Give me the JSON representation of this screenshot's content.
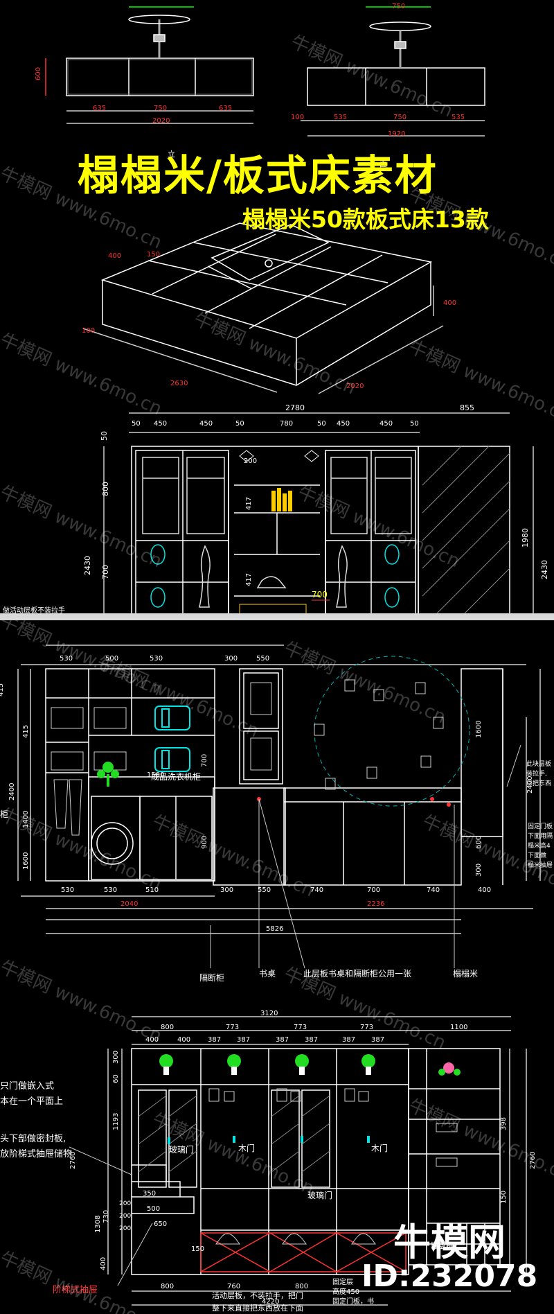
{
  "title": "榻榻米/板式床素材",
  "subtitle": "榻榻米50款板式床13款",
  "brand": "牛模网",
  "id_label": "ID:232078",
  "watermark": "牛模网 www.6mo.cn",
  "colors": {
    "background": "#000000",
    "title": "#ffff00",
    "line": "#ffffff",
    "dim": "#ff3333",
    "ornament": "#00e5e5",
    "plant": "#22dd22",
    "divider": "#d9d9d9"
  },
  "top_views": {
    "left": {
      "top": "600",
      "segments": [
        "635",
        "750",
        "635"
      ],
      "total": "2020"
    },
    "right": {
      "top": "750",
      "segments": [
        "100",
        "535",
        "750",
        "535"
      ],
      "total": "1920"
    }
  },
  "iso_view": {
    "dims": [
      "400",
      "150",
      "400",
      "100",
      "2630",
      "2020"
    ],
    "small_labels": [
      "立",
      "面"
    ]
  },
  "elevation1": {
    "top_total": "2780",
    "top_right": "855",
    "top_segments": [
      "50",
      "450",
      "450",
      "50",
      "780",
      "50",
      "450",
      "450",
      "50"
    ],
    "left_dims": [
      "50",
      "800",
      "2430",
      "700"
    ],
    "inner_dims": [
      "200",
      "417",
      "417"
    ],
    "right_dims": [
      "1980",
      "2430"
    ],
    "center_dim": "700",
    "note": "做活动层板不装拉手"
  },
  "elevation2": {
    "top_segments": [
      "530",
      "500",
      "530",
      "300",
      "550"
    ],
    "left_dims": [
      "415",
      "415",
      "2400",
      "1400",
      "1600"
    ],
    "inner_dims": [
      "1500",
      "700",
      "900"
    ],
    "right_dims": [
      "1600",
      "2400",
      "600",
      "300"
    ],
    "bottom_segments": [
      "530",
      "530",
      "510",
      "300",
      "550",
      "740",
      "700",
      "740",
      "400"
    ],
    "bottom_totals": [
      "2040",
      "2236"
    ],
    "overall": "5826",
    "washer_label": "成品洗衣机柜",
    "edge_label": "柜",
    "callouts": [
      "隔断柜",
      "书桌",
      "此层板书桌和隔断柜公用一张",
      "榻榻米"
    ],
    "right_notes": [
      "此块层板",
      "装拉手,",
      "以把东西",
      "固定门板",
      "下面用隔",
      "榻米高4",
      "下面做",
      "榻米抽屉"
    ]
  },
  "elevation3": {
    "overall": "3120",
    "top_segments": [
      "800",
      "773",
      "773",
      "773"
    ],
    "right_top": "1100",
    "sub_segments": [
      "400",
      "400",
      "387",
      "387",
      "387",
      "387",
      "387",
      "387"
    ],
    "left_dims": [
      "300",
      "60",
      "1193",
      "2760",
      "1308",
      "400",
      "730"
    ],
    "stair_dims": [
      "350",
      "500",
      "650"
    ],
    "stair_steps": [
      "200",
      "200",
      "200"
    ],
    "right_dims": [
      "398",
      "150",
      "2760"
    ],
    "bottom_segments": [
      "800",
      "760",
      "800"
    ],
    "bottom_total": "4220",
    "door_labels": [
      "玻璃门",
      "木门",
      "木门",
      "玻璃门"
    ],
    "dim_150": "150",
    "drawer_label": "键盘抽",
    "left_notes": [
      "只门做嵌入式",
      "本在一个平面上",
      "头下部做密封板,",
      "放阶梯式抽屉储物"
    ],
    "stair_label": "阶梯式抽屉",
    "bottom_note1": "活动层板，不装拉手，把门",
    "bottom_note2": "整下来直接把东西放在下面",
    "small_notes": [
      "固定层",
      "高度450",
      "固定门板，书"
    ]
  }
}
